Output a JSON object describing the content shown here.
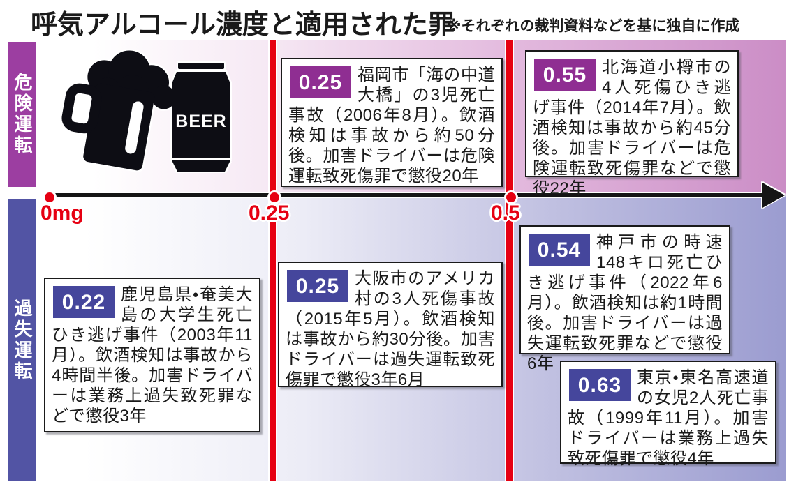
{
  "header": {
    "title": "呼気アルコール濃度と適用された罪",
    "source_note": "※それぞれの裁判資料などを基に独自に作成"
  },
  "lanes": {
    "dangerous": {
      "label": "危険運転",
      "band_color": "#9c3ea1"
    },
    "negligent": {
      "label": "過失運転",
      "band_color": "#5254a4"
    }
  },
  "axis": {
    "origin_label": "0mg",
    "tick_labels": [
      "0.25",
      "0.5"
    ],
    "label_color": "#e60012",
    "line_color": "#151515"
  },
  "icons": {
    "beer_mug": "beer-mug-icon",
    "beer_can": "beer-can-icon",
    "beer_can_text": "BEER"
  },
  "colors": {
    "accent_red": "#e60012",
    "badge_dangerous": "#8f2e92",
    "badge_negligent": "#45469c",
    "bg_top_right": "#cb8dc6",
    "bg_bottom_right": "#9b9cd0"
  },
  "cases": [
    {
      "value": "0.25",
      "lane": "危険運転",
      "text": "福岡市「海の中道大橋」の3児死亡事故（2006年8月）。飲酒検知は事故から約50分後。加害ドライバーは危険運転致死傷罪で懲役20年"
    },
    {
      "value": "0.55",
      "lane": "危険運転",
      "text": "北海道小樽市の4人死傷ひき逃げ事件（2014年7月）。飲酒検知は事故から約45分後。加害ドライバーは危険運転致死傷罪などで懲役22年"
    },
    {
      "value": "0.22",
      "lane": "過失運転",
      "text": "鹿児島県・奄美大島の大学生死亡ひき逃げ事件（2003年11月）。飲酒検知は事故から4時間半後。加害ドライバーは業務上過失致死罪などで懲役3年"
    },
    {
      "value": "0.25",
      "lane": "過失運転",
      "text": "大阪市のアメリカ村の3人死傷事故（2015年5月）。飲酒検知は事故から約30分後。加害ドライバーは過失運転致死傷罪で懲役3年6月"
    },
    {
      "value": "0.54",
      "lane": "過失運転",
      "text": "神戸市の時速148キロ死亡ひき逃げ事件（2022年6月）。飲酒検知は約1時間後。加害ドライバーは過失運転致死罪などで懲役6年"
    },
    {
      "value": "0.63",
      "lane": "過失運転",
      "text": "東京・東名高速道の女児2人死亡事故（1999年11月）。加害ドライバーは業務上過失致死傷罪で懲役4年"
    }
  ]
}
